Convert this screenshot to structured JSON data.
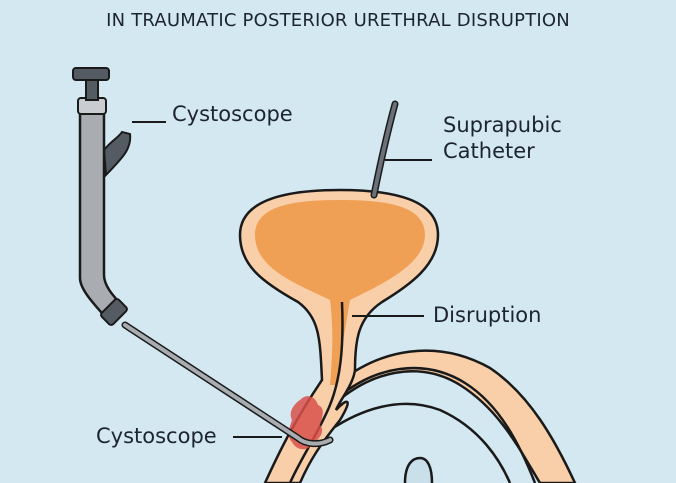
{
  "title": "IN TRAUMATIC POSTERIOR URETHRAL DISRUPTION",
  "labels": {
    "cystoscope_top": "Cystoscope",
    "catheter_line1": "Suprapubic",
    "catheter_line2": "Catheter",
    "disruption": "Disruption",
    "cystoscope_bottom": "Cystoscope"
  },
  "colors": {
    "background": "#d4e8f1",
    "tissue": "#f8cfa8",
    "bladder_fill": "#f0a055",
    "injury": "#d9504a",
    "instrument": "#a9adb2",
    "instrument_dark": "#555b63"
  }
}
